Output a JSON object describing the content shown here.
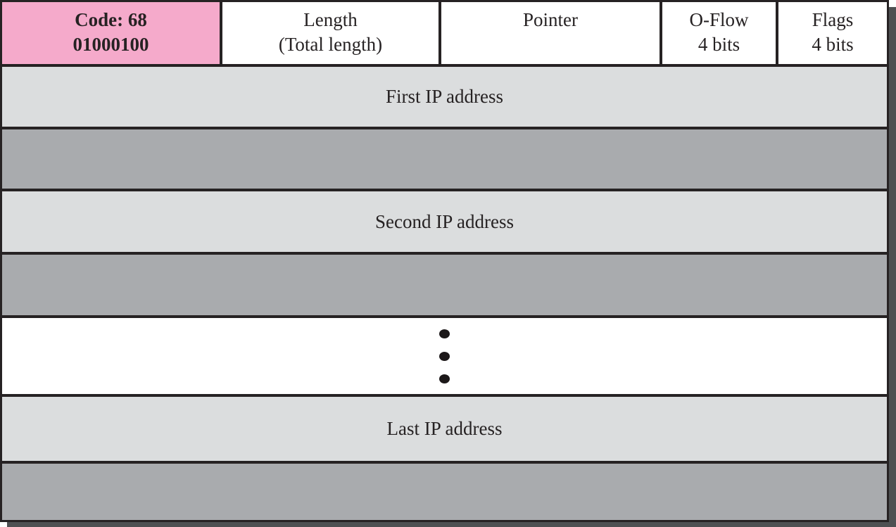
{
  "figure": {
    "header": {
      "cells": [
        {
          "name": "code",
          "line1": "Code: 68",
          "line2": "01000100"
        },
        {
          "name": "length",
          "line1": "Length",
          "line2": "(Total length)"
        },
        {
          "name": "pointer",
          "line1": "Pointer",
          "line2": ""
        },
        {
          "name": "oflow",
          "line1": "O-Flow",
          "line2": "4 bits"
        },
        {
          "name": "flags",
          "line1": "Flags",
          "line2": "4 bits"
        }
      ]
    },
    "rows": {
      "first_ip_label": "First IP address",
      "second_ip_label": "Second IP address",
      "last_ip_label": "Last IP address"
    },
    "icons": {
      "ellipsis": "vertical-ellipsis-icon"
    },
    "colors": {
      "code_cell_pink": "#F5AACB",
      "label_row_gray": "#DBDDDE",
      "empty_row_gray": "#A9ABAE",
      "cell_white": "#FFFFFF",
      "border_black": "#262223",
      "shadow_gray": "#4E5052"
    }
  }
}
